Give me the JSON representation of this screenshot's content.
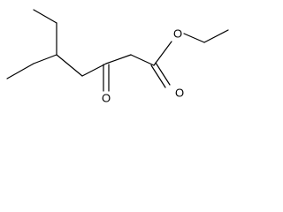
{
  "molecule": {
    "atoms": {
      "ester_oxygen": "O",
      "carbonyl_oxygen_ester": "O",
      "ketone_oxygen": "O"
    },
    "colors": {
      "bond": "#000000",
      "label": "#000000",
      "background": "#ffffff"
    }
  }
}
